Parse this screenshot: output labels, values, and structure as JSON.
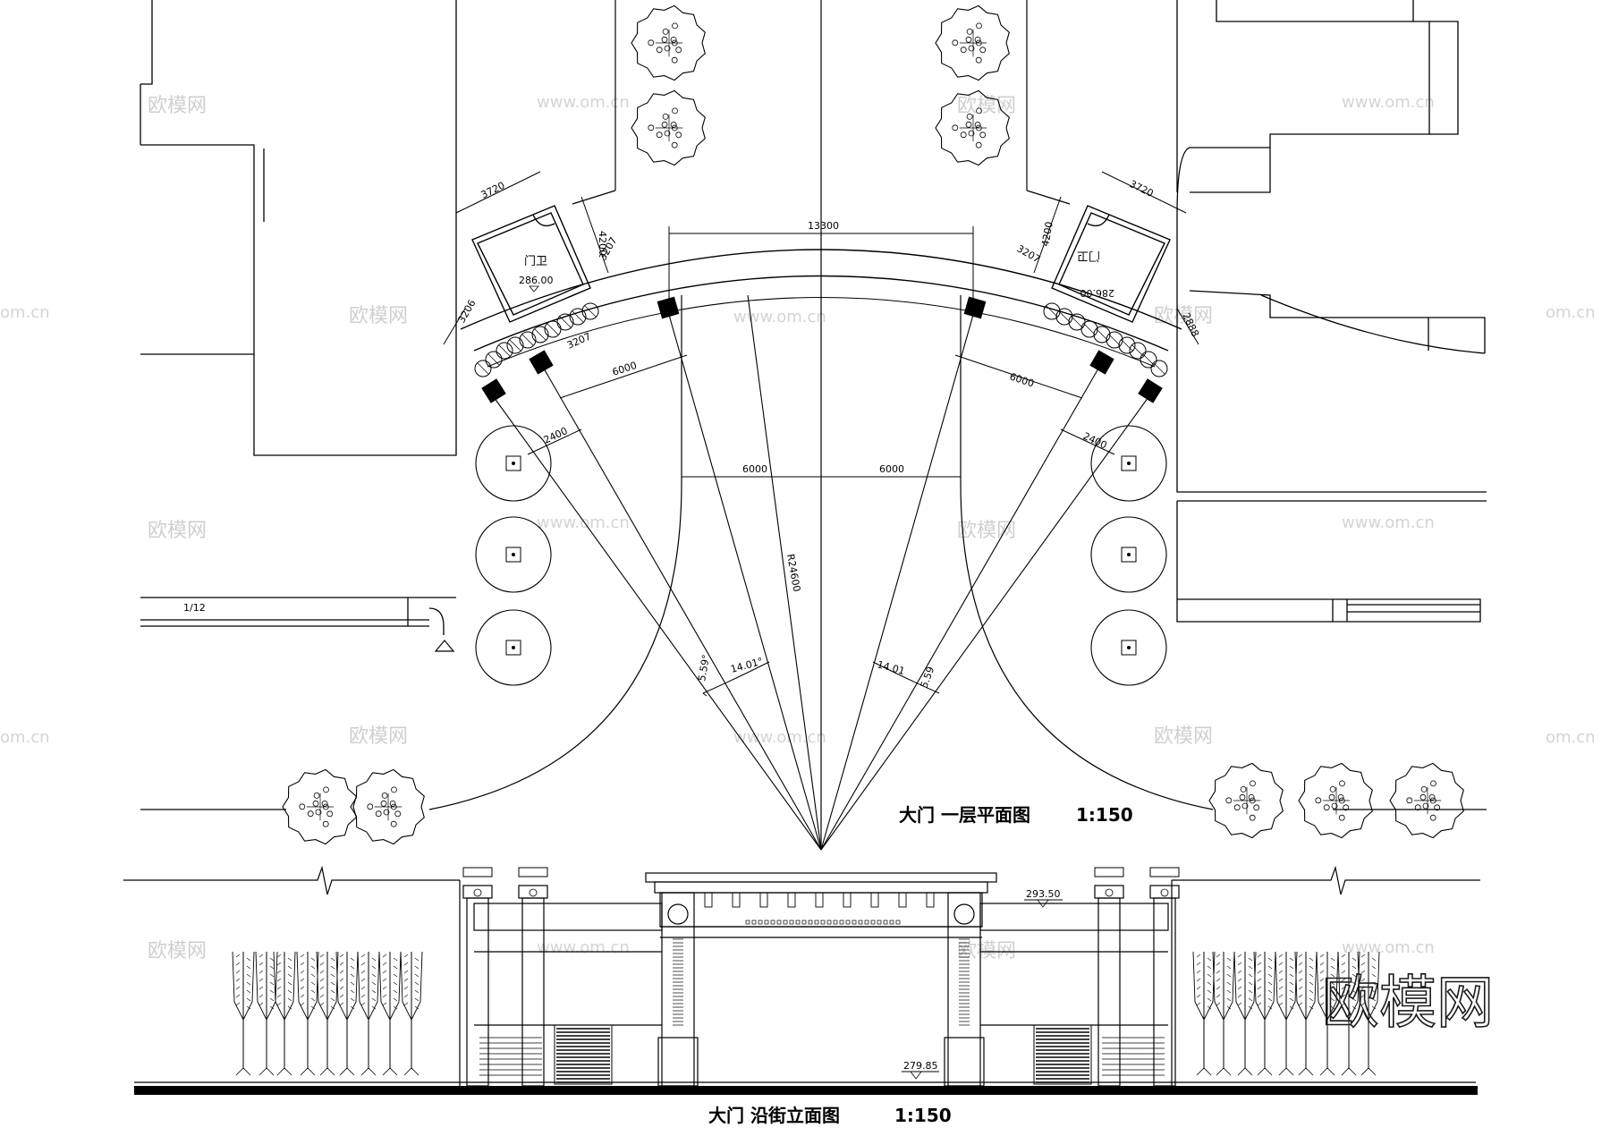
{
  "plan": {
    "title": "大门 一层平面图",
    "scale": "1:150",
    "guardhouse_label_left": "门卫",
    "guardhouse_label_right": "门卫",
    "elevation_left": "286.00",
    "elevation_right": "286.00",
    "dimensions": {
      "top_span": "13300",
      "half_left": "6000",
      "half_right": "6000",
      "radius": "R24600",
      "angle_small_left": "5.59°",
      "angle_large_left": "14.01°",
      "angle_small_right": "5.59",
      "angle_large_right": "14.01",
      "offset_left": "6000",
      "offset_right": "6000",
      "pier_left": "2400",
      "pier_right": "2400",
      "gh_width_left": "3720",
      "gh_width_right": "3720",
      "gh_depth_left": "4200",
      "gh_depth_right": "4200",
      "gh_side_left": "3207",
      "gh_side_right": "3207",
      "gh_front_left": "3207",
      "gh_offset_left": "3206",
      "gh_offset_right": "2888",
      "ramp_label": "1/12"
    }
  },
  "elevation": {
    "title": "大门 沿街立面图",
    "scale": "1:150",
    "top_level": "293.50",
    "ground_level": "279.85"
  },
  "watermarks": {
    "brand": "欧模网",
    "url": "www.om.cn",
    "url_short": "om.cn",
    "big": "欧模网"
  }
}
